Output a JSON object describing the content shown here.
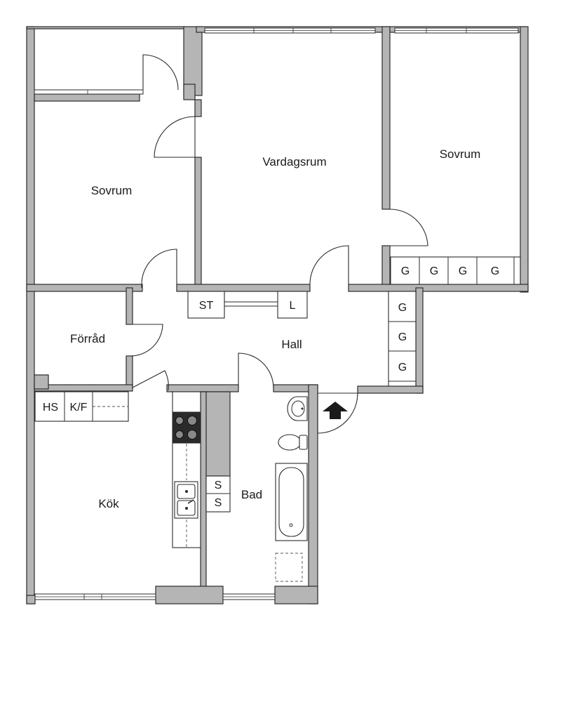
{
  "rooms": {
    "sovrum_left": "Sovrum",
    "vardagsrum": "Vardagsrum",
    "sovrum_right": "Sovrum",
    "forrad": "Förråd",
    "hall": "Hall",
    "kok": "Kök",
    "bad": "Bad"
  },
  "fixtures": {
    "st": "ST",
    "l": "L",
    "hs": "HS",
    "kf": "K/F",
    "wardrobe": "G",
    "shelf": "S"
  },
  "icons": {
    "entrance": "entrance-arrow-icon",
    "stove": "stove-icon",
    "sink": "sink-icon",
    "toilet": "toilet-icon",
    "bathtub": "bathtub-icon",
    "washbasin": "washbasin-icon"
  },
  "colors": {
    "wall": "#b5b5b5",
    "line": "#2b2b2b",
    "stove": "#2a2a2a"
  }
}
